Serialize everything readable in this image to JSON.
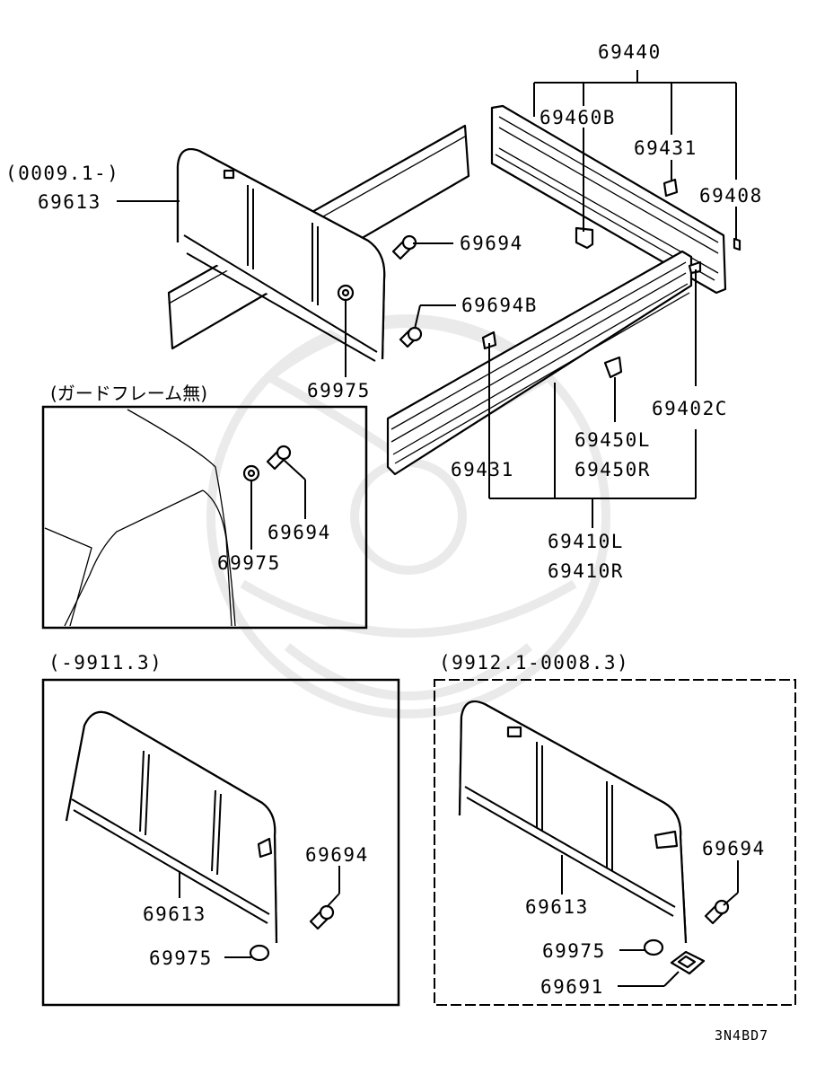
{
  "sections": {
    "main_variant": "(0009.1-)",
    "inset_note": "(ガードフレーム無)",
    "variant_left": "(-9911.3)",
    "variant_right": "(9912.1-0008.3)"
  },
  "parts": {
    "p69440": "69440",
    "p69460B": "69460B",
    "p69431_top": "69431",
    "p69408": "69408",
    "p69613_main": "69613",
    "p69694_main": "69694",
    "p69694B": "69694B",
    "p69975_main": "69975",
    "p69402C": "69402C",
    "p69450L": "69450L",
    "p69450R": "69450R",
    "p69431_side": "69431",
    "p69410L": "69410L",
    "p69410R": "69410R",
    "p69694_inset": "69694",
    "p69975_inset": "69975",
    "p69694_left": "69694",
    "p69613_left": "69613",
    "p69975_left": "69975",
    "p69694_right": "69694",
    "p69613_right": "69613",
    "p69975_right": "69975",
    "p69691": "69691"
  },
  "diagram_code": "3N4BD7"
}
